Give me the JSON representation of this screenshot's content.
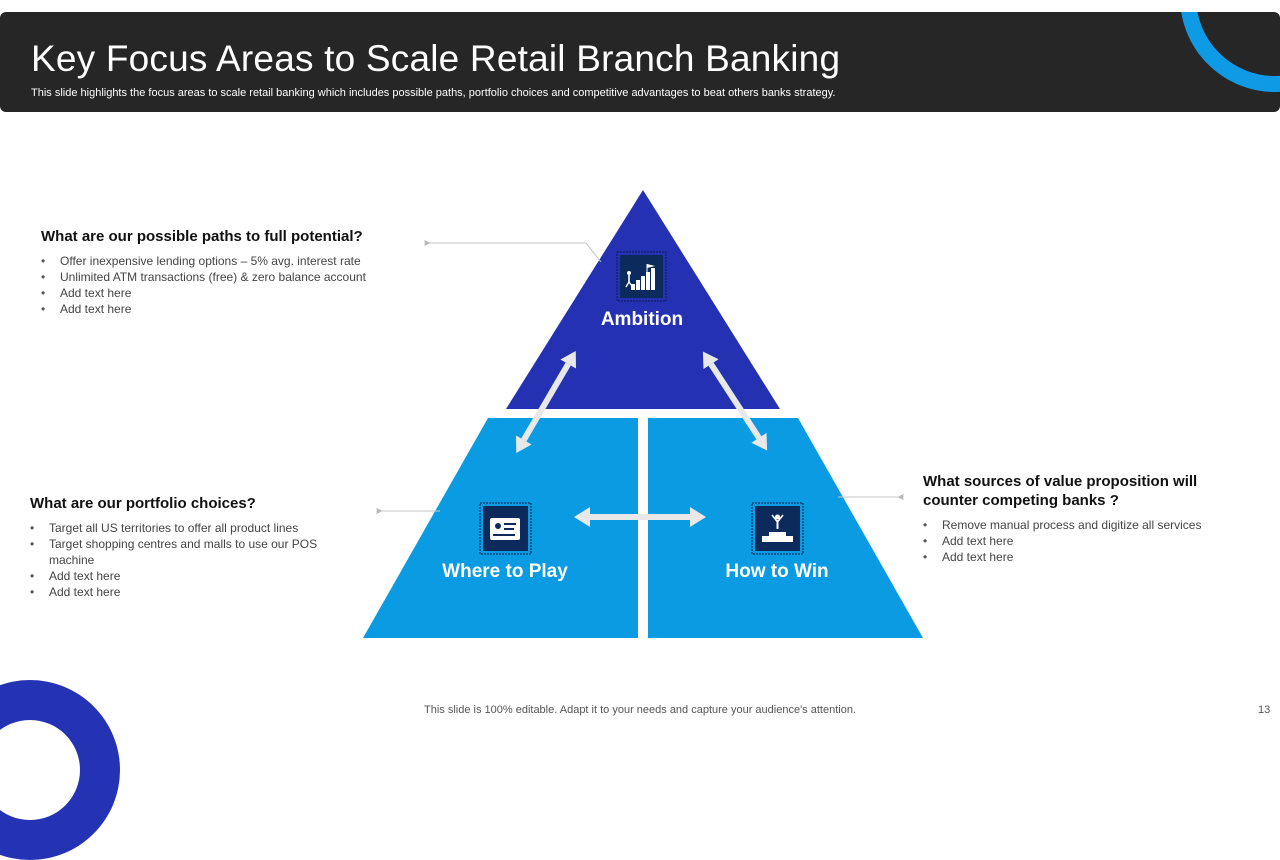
{
  "header": {
    "title": "Key Focus Areas to Scale Retail Branch Banking",
    "subtitle": "This slide highlights the focus areas to scale retail banking which includes possible paths, portfolio choices and competitive advantages to beat others banks strategy."
  },
  "pyramid": {
    "top_label": "Ambition",
    "left_label": "Where to Play",
    "right_label": "How to Win",
    "top_icon": "stairs-flag-icon",
    "left_icon": "id-card-icon",
    "right_icon": "podium-winner-icon"
  },
  "blocks": {
    "top": {
      "heading": "What are our possible paths to full potential?",
      "items": [
        "Offer inexpensive lending options – 5% avg. interest rate",
        "Unlimited ATM transactions (free) & zero balance account",
        "Add text here",
        "Add text here"
      ]
    },
    "left": {
      "heading": "What are our portfolio choices?",
      "items": [
        "Target all US territories to offer all product lines",
        "Target shopping centres and malls to use our POS machine",
        "Add text here",
        "Add text here"
      ]
    },
    "right": {
      "heading": "What sources of value proposition will counter competing banks ?",
      "items": [
        "Remove manual process and digitize all services",
        "Add text here",
        "Add text here"
      ]
    }
  },
  "colors": {
    "header_bg": "#262626",
    "top_tier": "#2431b3",
    "bottom_tier": "#0b9be3",
    "icon_bg": "#0d2a5c",
    "ring_top": "#0f9ae6",
    "ring_bottom": "#2433b3"
  },
  "footer": {
    "note": "This slide is 100% editable. Adapt it to your needs and capture your audience's attention.",
    "page_number": "13"
  }
}
